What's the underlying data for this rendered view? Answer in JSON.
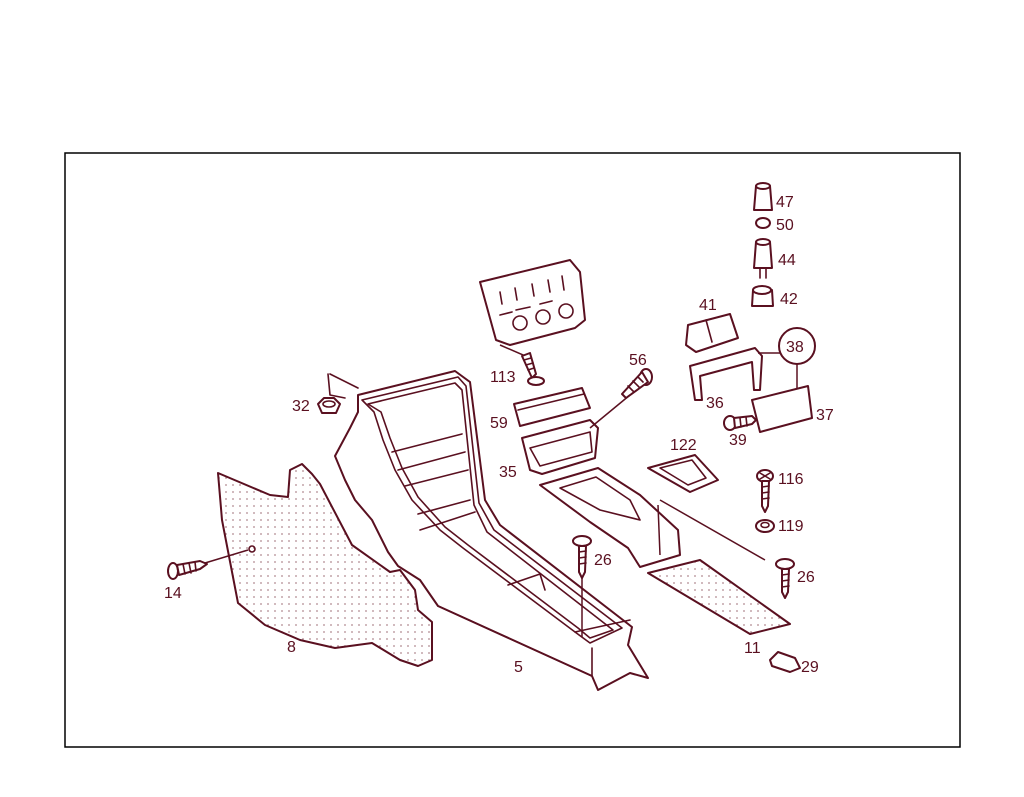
{
  "callouts": [
    {
      "id": "c47",
      "text": "47"
    },
    {
      "id": "c50",
      "text": "50"
    },
    {
      "id": "c44",
      "text": "44"
    },
    {
      "id": "c42",
      "text": "42"
    },
    {
      "id": "c41",
      "text": "41"
    },
    {
      "id": "c38",
      "text": "38"
    },
    {
      "id": "c36",
      "text": "36"
    },
    {
      "id": "c37",
      "text": "37"
    },
    {
      "id": "c39",
      "text": "39"
    },
    {
      "id": "c122",
      "text": "122"
    },
    {
      "id": "c116",
      "text": "116"
    },
    {
      "id": "c119",
      "text": "119"
    },
    {
      "id": "c26a",
      "text": "26"
    },
    {
      "id": "c26b",
      "text": "26"
    },
    {
      "id": "c11",
      "text": "11"
    },
    {
      "id": "c29",
      "text": "29"
    },
    {
      "id": "c56",
      "text": "56"
    },
    {
      "id": "c113",
      "text": "113"
    },
    {
      "id": "c59",
      "text": "59"
    },
    {
      "id": "c35",
      "text": "35"
    },
    {
      "id": "c32",
      "text": "32"
    },
    {
      "id": "c14",
      "text": "14"
    },
    {
      "id": "c8",
      "text": "8"
    },
    {
      "id": "c5",
      "text": "5"
    }
  ],
  "colors": {
    "line": "#5a1020",
    "frame": "#000000",
    "dots": "#b08890"
  }
}
